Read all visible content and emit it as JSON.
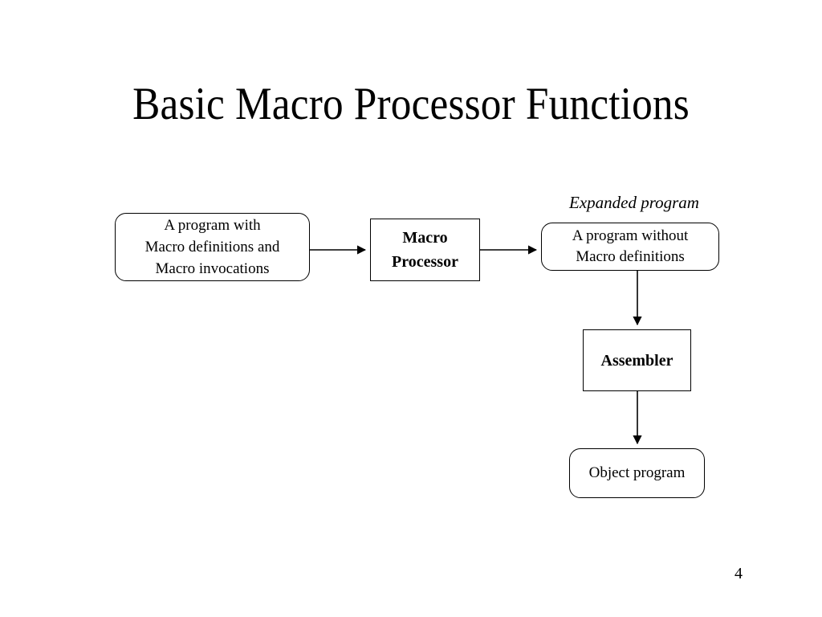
{
  "slide": {
    "title": "Basic Macro Processor Functions",
    "page_number": "4",
    "background_color": "#ffffff",
    "ink_color": "#000000"
  },
  "diagram": {
    "type": "flowchart",
    "caption": "Expanded program",
    "nodes": [
      {
        "id": "input",
        "label": "A program with\nMacro definitions and\nMacro invocations",
        "shape": "rounded-rectangle",
        "bold": false
      },
      {
        "id": "macro-processor",
        "label": "Macro\nProcessor",
        "shape": "rectangle",
        "bold": true
      },
      {
        "id": "expanded",
        "label": "A program without\nMacro definitions",
        "shape": "rounded-rectangle",
        "bold": false
      },
      {
        "id": "assembler",
        "label": "Assembler",
        "shape": "rectangle",
        "bold": true
      },
      {
        "id": "object",
        "label": "Object program",
        "shape": "rounded-rectangle",
        "bold": false
      }
    ],
    "edges": [
      {
        "from": "input",
        "to": "macro-processor",
        "direction": "right"
      },
      {
        "from": "macro-processor",
        "to": "expanded",
        "direction": "right"
      },
      {
        "from": "expanded",
        "to": "assembler",
        "direction": "down"
      },
      {
        "from": "assembler",
        "to": "object",
        "direction": "down"
      }
    ]
  }
}
